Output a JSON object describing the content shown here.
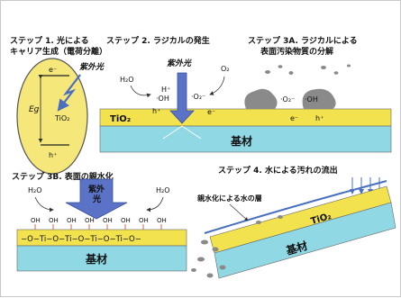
{
  "step1": {
    "title_line1": "ステップ 1. 光による",
    "title_line2": "キャリア生成（電荷分離）",
    "uv_label": "紫外光",
    "electron": "e⁻",
    "hole": "h⁺",
    "gap_label": "Eg",
    "material": "TiO₂"
  },
  "step2": {
    "title": "ステップ 2. ラジカルの発生",
    "uv_label": "紫外光",
    "water": "H₂O",
    "proton": "H⁺",
    "hydroxyl": "·OH",
    "oxygen": "O₂",
    "superoxide": "·O₂⁻",
    "hole": "h⁺",
    "electron": "e⁻",
    "material": "TiO₂",
    "substrate": "基材"
  },
  "step3a": {
    "title_line1": "ステップ 3A. ラジカルによる",
    "title_line2": "表面汚染物質の分解",
    "superoxide": "·O₂⁻",
    "hydroxyl": "·OH",
    "electron": "e⁻",
    "hole": "h⁺"
  },
  "step3b": {
    "title": "ステップ 3B. 表面の親水化",
    "uv_label_line1": "紫外",
    "uv_label_line2": "光",
    "water_left": "H₂O",
    "water_right": "H₂O",
    "hydroxyl_group": "OH",
    "surface_chain": "−O−Ti−O−Ti−O−Ti−O−Ti−O−",
    "substrate": "基材"
  },
  "step4": {
    "title": "ステップ 4. 水による汚れの流出",
    "water_layer_label": "親水化による水の層",
    "material": "TiO₂",
    "substrate": "基材"
  },
  "colors": {
    "tio2": "#f2e24e",
    "substrate": "#8fd8e4",
    "uv": "#4a6fc0",
    "arrow": "#6a7fd0",
    "dirt": "#8a8a8a",
    "ellipse": "#f5e77a"
  }
}
